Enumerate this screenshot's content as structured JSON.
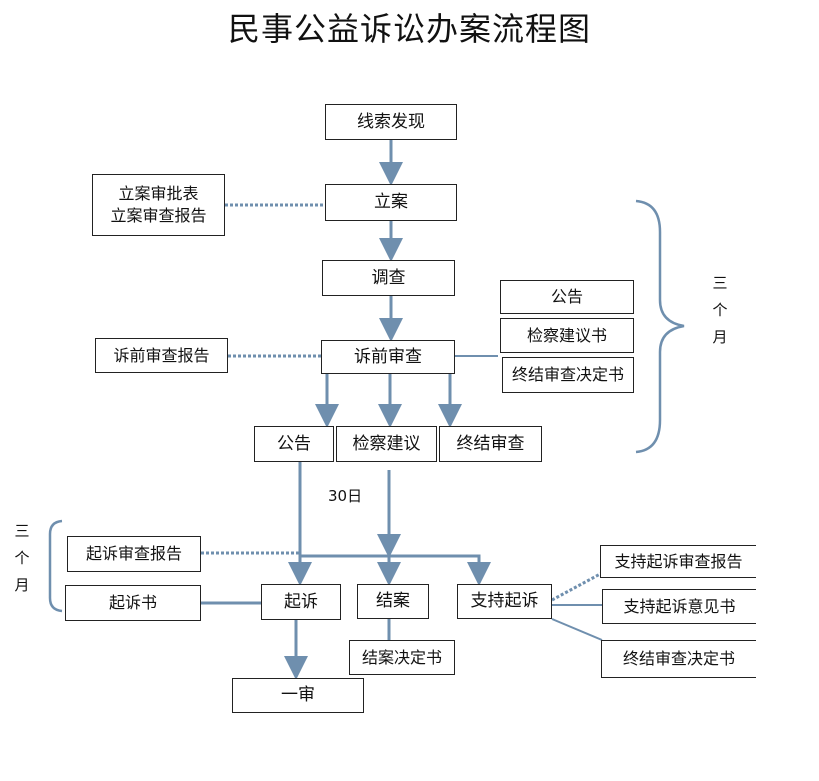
{
  "title": "民事公益诉讼办案流程图",
  "nodes": {
    "clue": "线索发现",
    "filing": "立案",
    "filing_docs": "立案审批表\n立案审查报告",
    "investigation": "调查",
    "pre_review": "诉前审查",
    "pre_review_report": "诉前审查报告",
    "announce_doc": "公告",
    "procuratorial_doc": "检察建议书",
    "closing_review_doc": "终结审查决定书",
    "announce": "公告",
    "procuratorial": "检察建议",
    "closing_review": "终结审查",
    "sue_report": "起诉审查报告",
    "indictment": "起诉书",
    "sue": "起诉",
    "close_case": "结案",
    "support_sue": "支持起诉",
    "close_decision": "结案决定书",
    "first_instance": "一审",
    "support_report": "支持起诉审查报告",
    "support_opinion": "支持起诉意见书",
    "closing_decision_right": "终结审查决定书"
  },
  "labels": {
    "thirty_days": "30日",
    "three_months": [
      "三",
      "个",
      "月"
    ]
  },
  "colors": {
    "arrow": "#6f8fae",
    "dotted": "#6f8fae",
    "border": "#222222"
  }
}
